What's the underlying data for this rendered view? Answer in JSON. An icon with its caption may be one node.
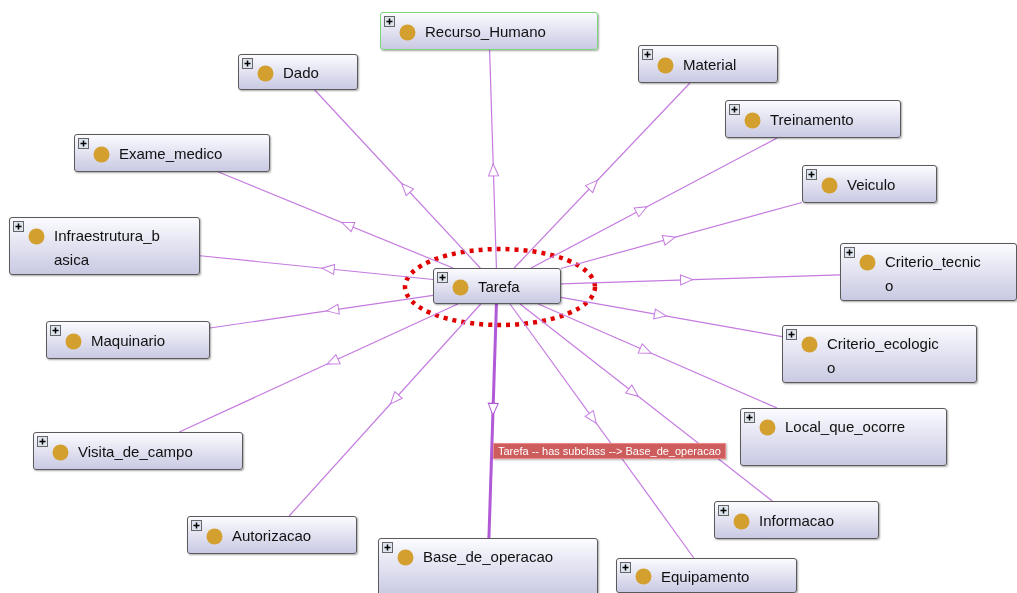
{
  "diagram": {
    "nodes": [
      {
        "text": [
          "Tarefa"
        ]
      },
      {
        "text": [
          "Recurso_Humano"
        ]
      },
      {
        "text": [
          "Dado"
        ]
      },
      {
        "text": [
          "Material"
        ]
      },
      {
        "text": [
          "Exame_medico"
        ]
      },
      {
        "text": [
          "Treinamento"
        ]
      },
      {
        "text": [
          "Veiculo"
        ]
      },
      {
        "text": [
          "Infraestrutura_basica"
        ]
      },
      {
        "text": [
          "Criterio_tecnico"
        ]
      },
      {
        "text": [
          "Maquinario"
        ]
      },
      {
        "text": [
          "Criterio_ecologico"
        ]
      },
      {
        "text": [
          "Visita_de_campo"
        ]
      },
      {
        "text": [
          "Local_que_ocorre"
        ]
      },
      {
        "text": [
          "Informacao"
        ]
      },
      {
        "text": [
          "Autorizacao"
        ]
      },
      {
        "text": [
          "Base_de_operacao"
        ]
      },
      {
        "text": [
          "Equipamento"
        ]
      }
    ],
    "edges": [
      {
        "from": 0,
        "to": 1,
        "arrow": "to"
      },
      {
        "from": 0,
        "to": 2,
        "arrow": "to"
      },
      {
        "from": 0,
        "to": 3,
        "arrow": "to"
      },
      {
        "from": 0,
        "to": 4,
        "arrow": "to"
      },
      {
        "from": 0,
        "to": 5,
        "arrow": "to"
      },
      {
        "from": 0,
        "to": 6,
        "arrow": "to"
      },
      {
        "from": 0,
        "to": 7,
        "arrow": "to"
      },
      {
        "from": 0,
        "to": 8,
        "arrow": "to"
      },
      {
        "from": 0,
        "to": 9,
        "arrow": "to"
      },
      {
        "from": 0,
        "to": 10,
        "arrow": "to"
      },
      {
        "from": 0,
        "to": 11,
        "arrow": "to"
      },
      {
        "from": 0,
        "to": 12,
        "arrow": "to"
      },
      {
        "from": 0,
        "to": 13,
        "arrow": "to"
      },
      {
        "from": 0,
        "to": 14,
        "arrow": "to"
      },
      {
        "from": 0,
        "to": 15,
        "arrow": "to",
        "label": "Tarefa -- has subclass --> Base_de_operacao",
        "style": "thick"
      },
      {
        "from": 0,
        "to": 16,
        "arrow": "to"
      }
    ]
  }
}
